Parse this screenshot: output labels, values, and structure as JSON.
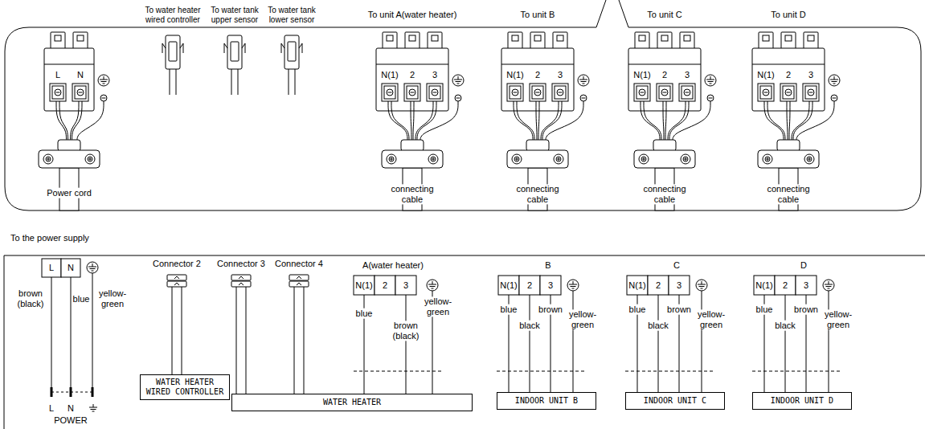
{
  "diagram": {
    "nodes": [
      {
        "text": [
          "WATER HEATER WIRED CONTROLLER"
        ]
      },
      {
        "text": [
          "WATER HEATER"
        ]
      },
      {
        "text": [
          "INDOOR UNIT B"
        ]
      },
      {
        "text": [
          "INDOOR UNIT C"
        ]
      },
      {
        "text": [
          "INDOOR UNIT D"
        ]
      }
    ],
    "labels": [
      "L",
      "N",
      "Power cord",
      "To water heater wired controller",
      "To water tank upper sensor",
      "To water tank lower sensor",
      "To unit A(water heater)",
      "N(1)",
      "2",
      "3",
      "connecting cable",
      "To unit B",
      "N(1)",
      "2",
      "3",
      "connecting cable",
      "To unit C",
      "N(1)",
      "2",
      "3",
      "connecting cable",
      "To unit D",
      "N(1)",
      "2",
      "3",
      "connecting cable",
      "To the power supply",
      "L",
      "N",
      "brown (black)",
      "blue",
      "yellow-green",
      "L",
      "N",
      "POWER",
      "Connector 2",
      "Connector 3",
      "Connector 4",
      "A(water heater)",
      "N(1)",
      "2",
      "3",
      "blue",
      "brown (black)",
      "yellow-green",
      "B",
      "N(1)",
      "2",
      "3",
      "blue",
      "black",
      "brown",
      "yellow-green",
      "C",
      "N(1)",
      "2",
      "3",
      "blue",
      "black",
      "brown",
      "yellow-green",
      "D",
      "N(1)",
      "2",
      "3",
      "blue",
      "black",
      "brown",
      "yellow-green"
    ]
  }
}
